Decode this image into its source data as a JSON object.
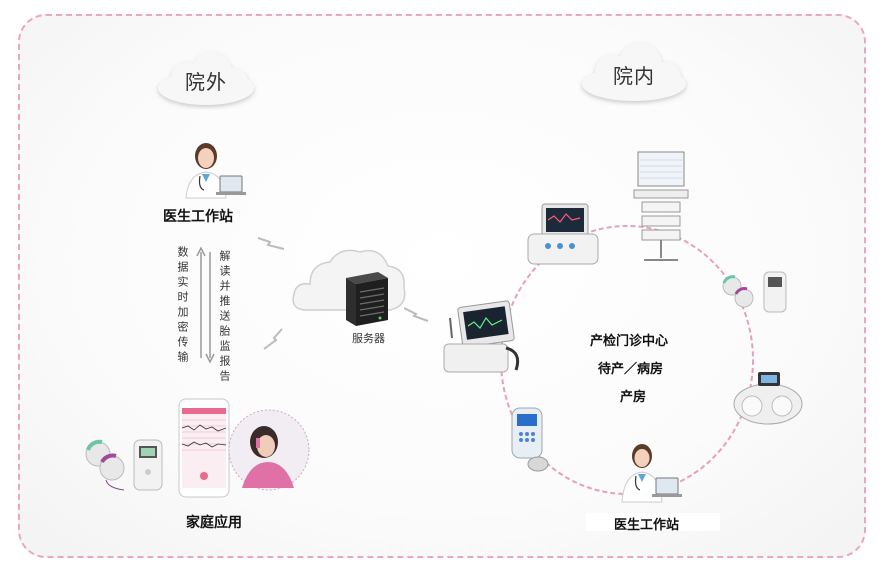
{
  "clouds": {
    "outside": "院外",
    "inside": "院内"
  },
  "outside": {
    "doctor_label": "医生工作站",
    "upload_text": "数据实时加密传输",
    "download_text": "解读并推送胎监报告",
    "home_label": "家庭应用"
  },
  "server": {
    "label": "服务器"
  },
  "inside": {
    "center_lines": [
      "产检门诊中心",
      "待产／病房",
      "产房"
    ],
    "doctor_label": "医生工作站"
  },
  "colors": {
    "accent_pink": "#e07a99",
    "border": "#e8a9b8",
    "ring": "#e9a0b5"
  }
}
